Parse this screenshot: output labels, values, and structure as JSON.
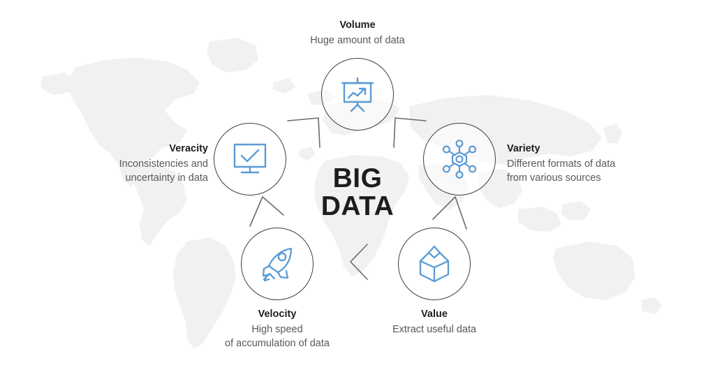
{
  "infographic": {
    "center": {
      "line1": "BIG",
      "line2": "DATA"
    },
    "accent_color": "#5b9bd5",
    "circle_border_color": "#3f3f3f",
    "title_color": "#1d1d1b",
    "subtitle_color": "#58585a",
    "background_color": "#ffffff",
    "background_motif": "world-map-silhouette",
    "nodes": [
      {
        "id": "volume",
        "title": "Volume",
        "subtitle": "Huge amount of data",
        "icon": "presentation-chart-icon",
        "align": "center"
      },
      {
        "id": "variety",
        "title": "Variety",
        "subtitle": "Different formats of data\nfrom various sources",
        "icon": "network-nodes-icon",
        "align": "left"
      },
      {
        "id": "value",
        "title": "Value",
        "subtitle": "Extract useful data",
        "icon": "open-box-icon",
        "align": "center"
      },
      {
        "id": "velocity",
        "title": "Velocity",
        "subtitle": "High speed\nof accumulation of data",
        "icon": "rocket-icon",
        "align": "center"
      },
      {
        "id": "veracity",
        "title": "Veracity",
        "subtitle": "Inconsistencies and\nuncertainty in data",
        "icon": "monitor-check-icon",
        "align": "right"
      }
    ],
    "connectors": [
      {
        "id": "veracity-to-volume",
        "direction": "up-right"
      },
      {
        "id": "volume-to-variety",
        "direction": "up-left"
      },
      {
        "id": "variety-to-value",
        "direction": "up"
      },
      {
        "id": "value-to-velocity",
        "direction": "left"
      },
      {
        "id": "velocity-to-veracity",
        "direction": "up"
      }
    ]
  }
}
